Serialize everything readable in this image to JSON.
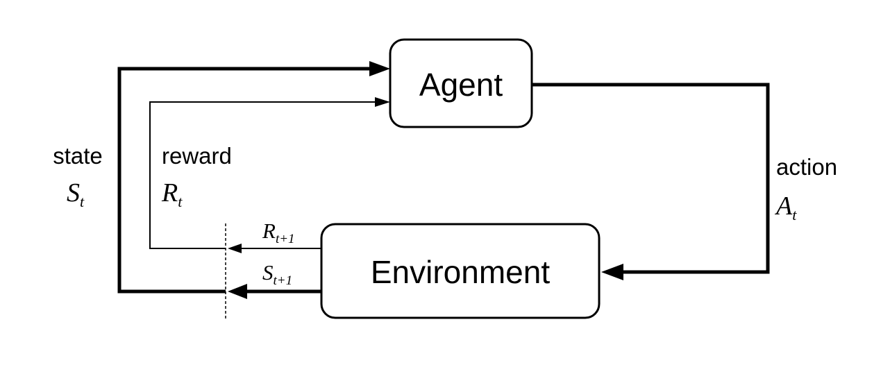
{
  "agent": {
    "label": "Agent"
  },
  "environment": {
    "label": "Environment"
  },
  "state": {
    "label": "state",
    "symbol": "S",
    "subscript": "t"
  },
  "reward": {
    "label": "reward",
    "symbol": "R",
    "subscript": "t"
  },
  "action": {
    "label": "action",
    "symbol": "A",
    "subscript": "t"
  },
  "next_reward": {
    "symbol": "R",
    "subscript": "t+1"
  },
  "next_state": {
    "symbol": "S",
    "subscript": "t+1"
  }
}
